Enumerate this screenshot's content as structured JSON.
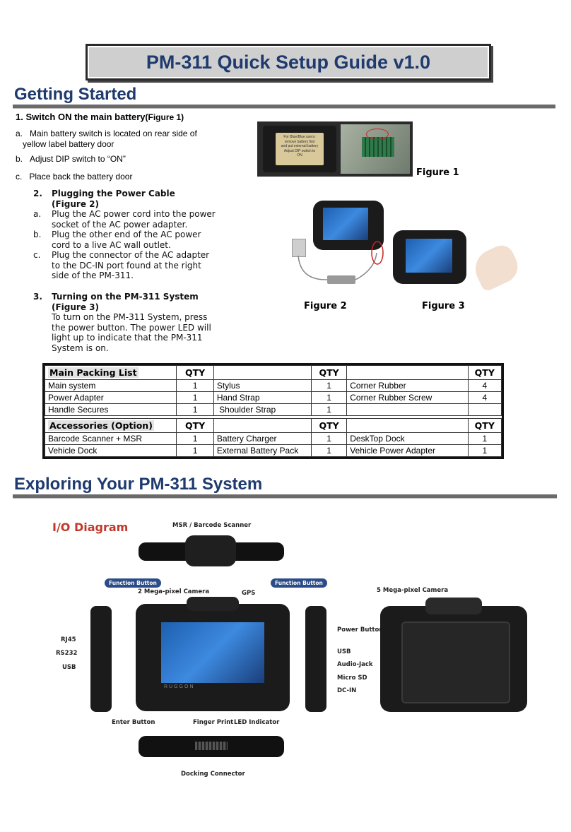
{
  "title": "PM-311 Quick Setup Guide v1.0",
  "getting_started": {
    "heading": "Getting Started",
    "step1_title": "1.  Switch ON the main battery",
    "step1_ref": "(Figure 1)",
    "step1_items": [
      {
        "marker": "a.",
        "text": "Main battery switch is located on rear side of",
        "text2": "yellow label battery door"
      },
      {
        "marker": "b.",
        "text": "Adjust DIP switch to “ON”"
      },
      {
        "marker": "c.",
        "text": "Place back the battery door"
      }
    ],
    "step2": {
      "num": "2.",
      "title1": "Plugging the Power Cable",
      "title2": "(Figure 2)",
      "items": [
        {
          "marker": "a.",
          "lines": [
            "Plug the AC power cord into the power",
            "socket of the AC power adapter."
          ]
        },
        {
          "marker": "b.",
          "lines": [
            "Plug the other end of the AC power",
            "cord to a live AC wall outlet."
          ]
        },
        {
          "marker": "c.",
          "lines": [
            "Plug the connector of the AC adapter",
            "to the DC-IN port found at the right",
            "side of the PM-311."
          ]
        }
      ]
    },
    "step3": {
      "num": "3.",
      "title1": "Turning on the PM-311 System",
      "title2": "(Figure 3)",
      "lines": [
        "To turn on the PM-311 System, press",
        "the power button. The power LED will",
        "light up to indicate that the PM-311",
        "System is on."
      ]
    },
    "figures": {
      "fig1": "Figure 1",
      "fig2": "Figure 2",
      "fig3": "Figure 3"
    },
    "label_text": [
      "For Blue/Blue users:",
      "remove battery first",
      "and put external battery",
      "Adjust DIP switch to",
      "ON"
    ]
  },
  "packing": {
    "main_header": "Main Packing List",
    "acc_header": "Accessories (Option)",
    "qty": "QTY",
    "main_rows": [
      [
        "Main system",
        "1",
        "Stylus",
        "1",
        "Corner Rubber",
        "4"
      ],
      [
        "Power Adapter",
        "1",
        "Hand Strap",
        "1",
        "Corner Rubber Screw",
        "4"
      ],
      [
        "Handle Secures",
        "1",
        " Shoulder Strap",
        "1",
        "",
        ""
      ]
    ],
    "acc_rows": [
      [
        "Barcode Scanner + MSR",
        "1",
        "Battery Charger",
        "1",
        "DeskTop Dock",
        "1"
      ],
      [
        "Vehicle Dock",
        "1",
        "External Battery Pack",
        "1",
        "Vehicle Power Adapter",
        "1"
      ]
    ]
  },
  "exploring": {
    "heading": "Exploring Your PM-311 System",
    "io_title": "I/O Diagram",
    "callouts": {
      "msr": "MSR / Barcode Scanner",
      "func_left": "Function Button",
      "func_right": "Function Button",
      "cam2": "2 Mega-pixel Camera",
      "gps": "GPS",
      "cam5": "5 Mega-pixel Camera",
      "rj45": "RJ45",
      "rs232": "RS232",
      "usb_left": "USB",
      "power": "Power Button",
      "usb_right": "USB",
      "audio": "Audio-Jack",
      "microsd": "Micro SD",
      "dcin": "DC-IN",
      "enter": "Enter Button",
      "finger": "Finger Print",
      "led": "LED Indicator",
      "docking": "Docking Connector"
    },
    "brand": "RUGGON"
  }
}
